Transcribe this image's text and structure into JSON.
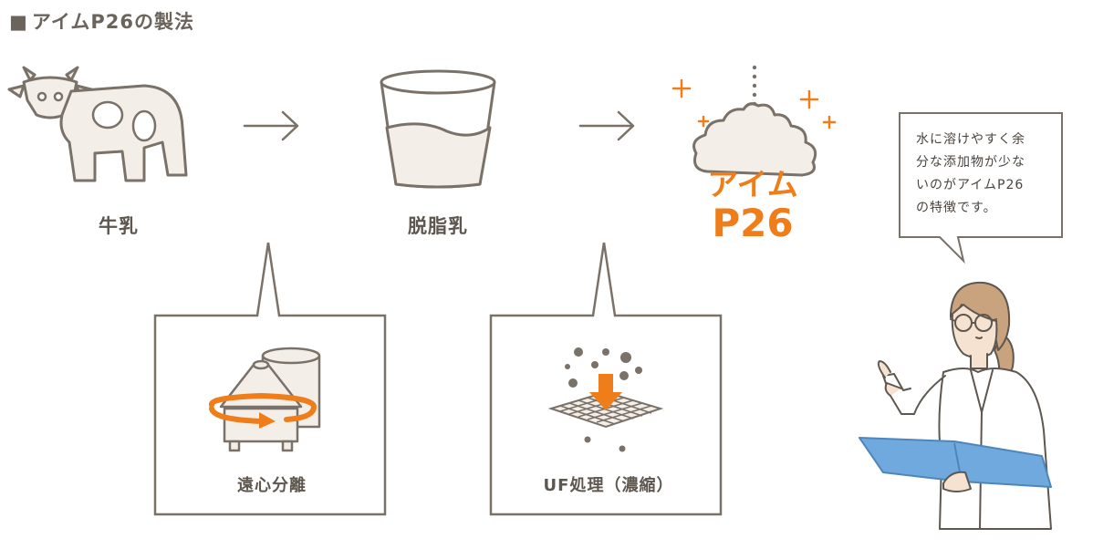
{
  "heading": {
    "square": "■",
    "title": "アイムP26の製法"
  },
  "steps": [
    {
      "label": "牛乳",
      "icon": "cow-icon"
    },
    {
      "label": "脱脂乳",
      "icon": "milk-glass-icon"
    },
    {
      "product_line1": "アイム",
      "product_line2": "P26",
      "icon": "powder-icon"
    }
  ],
  "processes": [
    {
      "label": "遠心分離",
      "icon": "centrifuge-icon"
    },
    {
      "label": "UF処理（濃縮）",
      "icon": "filter-mesh-icon"
    }
  ],
  "callout": {
    "text": "水に溶けやすく余\n分な添加物が少な\nいのがアイムP26\nの特徴です。"
  },
  "colors": {
    "line": "#7a7168",
    "accent": "#ef7d1a",
    "text": "#5e574f",
    "folder": "#6fa9dd"
  }
}
